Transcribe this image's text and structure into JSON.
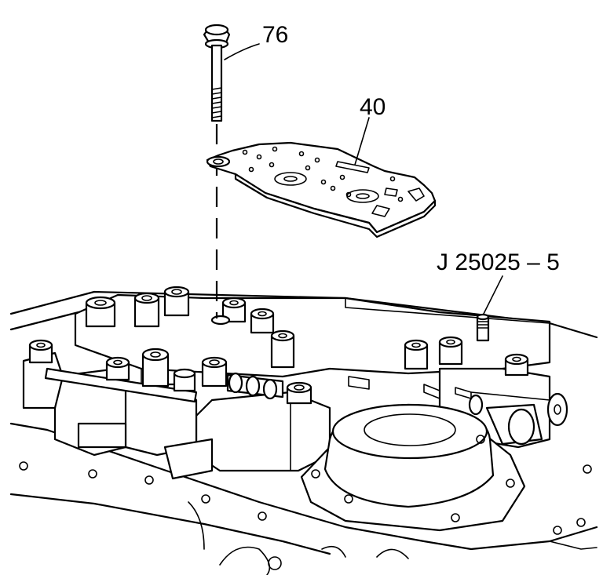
{
  "labels": {
    "bolt": "76",
    "plate": "40",
    "tool": "J 25025 – 5"
  },
  "colors": {
    "line": "#000000",
    "background": "#ffffff"
  }
}
